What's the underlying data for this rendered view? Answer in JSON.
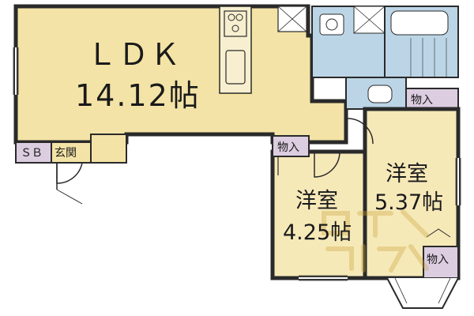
{
  "rooms": {
    "ldk": {
      "name": "ＬＤＫ",
      "size": "14.12帖"
    },
    "western_a": {
      "name": "洋室",
      "size": "4.25帖"
    },
    "western_b": {
      "name": "洋室",
      "size": "5.37帖"
    }
  },
  "storage_label": "物入",
  "entrance_label": "玄関",
  "shoe_box_label": "ＳＢ",
  "colors": {
    "ldk_fill": "#f3e3a6",
    "room_fill": "#f6e9b8",
    "wet_fill": "#bcd5e6",
    "storage_fill": "#dccde0",
    "wall": "#2a2a2a",
    "watermark": "#c9a23a"
  }
}
